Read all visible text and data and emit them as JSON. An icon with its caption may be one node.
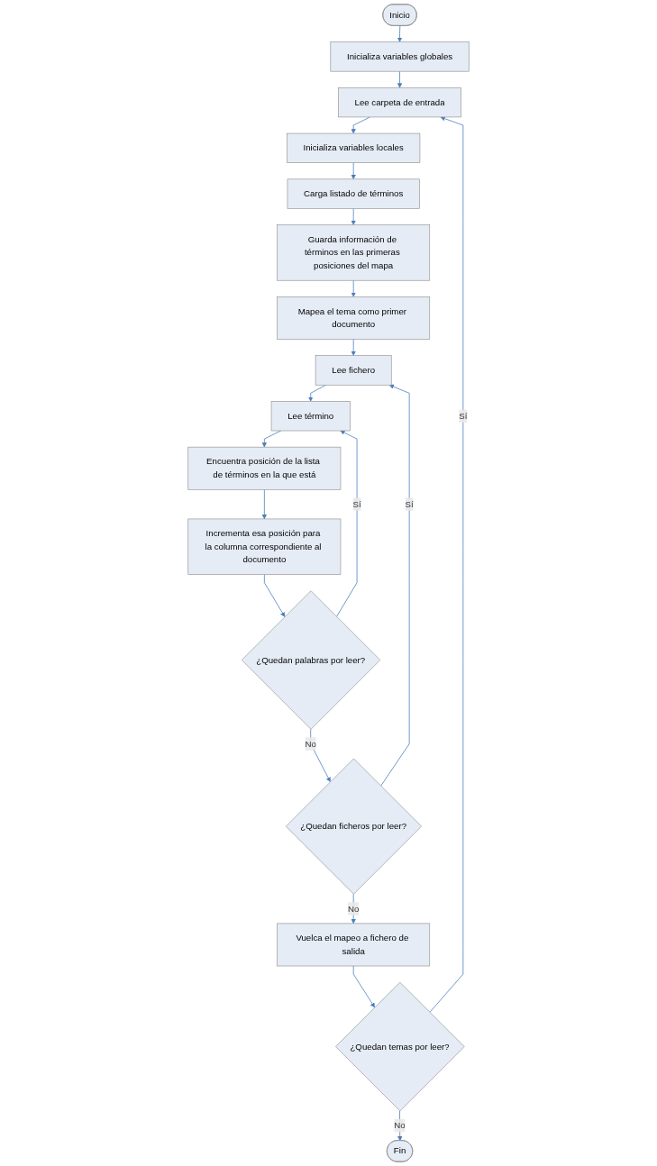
{
  "diagram": {
    "nodes": [
      {
        "text": [
          "Inicio"
        ]
      },
      {
        "text": [
          "Inicializa variables globales"
        ]
      },
      {
        "text": [
          "Lee carpeta de entrada"
        ]
      },
      {
        "text": [
          "Inicializa variables locales"
        ]
      },
      {
        "text": [
          "Carga listado de términos"
        ]
      },
      {
        "text": [
          "Guarda información de términos en las primeras posiciones del mapa"
        ]
      },
      {
        "text": [
          "Mapea el tema como primer documento"
        ]
      },
      {
        "text": [
          "Lee fichero"
        ]
      },
      {
        "text": [
          "Lee término"
        ]
      },
      {
        "text": [
          "Encuentra posición de la lista de términos en la que está"
        ]
      },
      {
        "text": [
          "Incrementa esa posición para la columna correspondiente al documento"
        ]
      },
      {
        "text": [
          "¿Quedan palabras por leer?"
        ]
      },
      {
        "text": [
          "¿Quedan ficheros por leer?"
        ]
      },
      {
        "text": [
          "Vuelca el mapeo a fichero de salida"
        ]
      },
      {
        "text": [
          "¿Quedan temas por leer?"
        ]
      },
      {
        "text": [
          "Fin"
        ]
      }
    ],
    "edges": [
      {
        "from": 0,
        "to": 1,
        "arrow": "to"
      },
      {
        "from": 1,
        "to": 2,
        "arrow": "to"
      },
      {
        "from": 2,
        "to": 3,
        "arrow": "to"
      },
      {
        "from": 3,
        "to": 4,
        "arrow": "to"
      },
      {
        "from": 4,
        "to": 5,
        "arrow": "to"
      },
      {
        "from": 5,
        "to": 6,
        "arrow": "to"
      },
      {
        "from": 6,
        "to": 7,
        "arrow": "to"
      },
      {
        "from": 7,
        "to": 8,
        "arrow": "to"
      },
      {
        "from": 8,
        "to": 9,
        "arrow": "to"
      },
      {
        "from": 9,
        "to": 10,
        "arrow": "to"
      },
      {
        "from": 10,
        "to": 11,
        "arrow": "to"
      },
      {
        "from": 11,
        "to": 8,
        "label": "Sí",
        "arrow": "to"
      },
      {
        "from": 11,
        "to": 12,
        "label": "No",
        "arrow": "to"
      },
      {
        "from": 12,
        "to": 7,
        "label": "Sí",
        "arrow": "to"
      },
      {
        "from": 12,
        "to": 13,
        "label": "No",
        "arrow": "to"
      },
      {
        "from": 13,
        "to": 14,
        "arrow": "to"
      },
      {
        "from": 14,
        "to": 2,
        "label": "Sí",
        "arrow": "to"
      },
      {
        "from": 14,
        "to": 15,
        "label": "No",
        "arrow": "to"
      }
    ]
  }
}
